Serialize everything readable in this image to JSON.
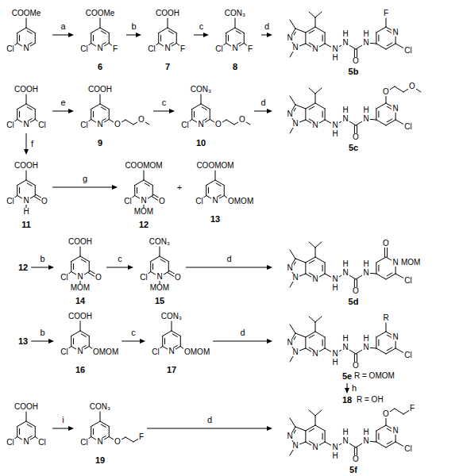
{
  "diagram": {
    "nodes": [
      {
        "text": [
          "COOMe",
          "Cl",
          "N"
        ]
      },
      {
        "text": [
          "COOMe",
          "Cl",
          "N",
          "F",
          "6"
        ]
      },
      {
        "text": [
          "COOH",
          "Cl",
          "N",
          "F",
          "7"
        ]
      },
      {
        "text": [
          "CON₃",
          "Cl",
          "N",
          "F",
          "8"
        ]
      },
      {
        "text": [
          "N",
          "N",
          "N",
          "N",
          "H",
          "N",
          "H",
          "O",
          "N",
          "H",
          "N",
          "F",
          "Cl",
          "5b"
        ]
      },
      {
        "text": [
          "COOH",
          "Cl",
          "N",
          "Cl"
        ]
      },
      {
        "text": [
          "COOH",
          "Cl",
          "N",
          "O",
          "O",
          "9"
        ]
      },
      {
        "text": [
          "CON₃",
          "Cl",
          "N",
          "O",
          "O",
          "10"
        ]
      },
      {
        "text": [
          "N",
          "N",
          "N",
          "N",
          "H",
          "N",
          "H",
          "O",
          "N",
          "H",
          "N",
          "O",
          "O",
          "Cl",
          "5c"
        ]
      },
      {
        "text": [
          "COOH",
          "Cl",
          "N",
          "O",
          "H",
          "11"
        ]
      },
      {
        "text": [
          "COOMOM",
          "Cl",
          "N",
          "O",
          "MOM",
          "12"
        ]
      },
      {
        "text": [
          "COOMOM",
          "Cl",
          "N",
          "OMOM",
          "13"
        ]
      },
      {
        "text": [
          "12"
        ]
      },
      {
        "text": [
          "COOH",
          "Cl",
          "N",
          "O",
          "MOM",
          "14"
        ]
      },
      {
        "text": [
          "CON₃",
          "Cl",
          "N",
          "O",
          "MOM",
          "15"
        ]
      },
      {
        "text": [
          "N",
          "N",
          "N",
          "N",
          "H",
          "N",
          "H",
          "O",
          "N",
          "H",
          "N",
          "MOM",
          "O",
          "Cl",
          "5d"
        ]
      },
      {
        "text": [
          "13"
        ]
      },
      {
        "text": [
          "COOH",
          "Cl",
          "N",
          "OMOM",
          "16"
        ]
      },
      {
        "text": [
          "CON₃",
          "Cl",
          "N",
          "OMOM",
          "17"
        ]
      },
      {
        "text": [
          "N",
          "N",
          "N",
          "N",
          "H",
          "N",
          "H",
          "O",
          "N",
          "H",
          "N",
          "R",
          "Cl",
          "5e",
          "R = OMOM"
        ]
      },
      {
        "text": [
          "18",
          "R = OH"
        ]
      },
      {
        "text": [
          "COOH",
          "Cl",
          "N",
          "Cl"
        ]
      },
      {
        "text": [
          "CON₃",
          "Cl",
          "N",
          "O",
          "F",
          "19"
        ]
      },
      {
        "text": [
          "N",
          "N",
          "N",
          "N",
          "H",
          "N",
          "H",
          "O",
          "N",
          "H",
          "N",
          "O",
          "F",
          "Cl",
          "5f"
        ]
      }
    ],
    "edges": [
      {
        "from": 0,
        "to": 1,
        "label": "a",
        "arrow": "to"
      },
      {
        "from": 1,
        "to": 2,
        "label": "b",
        "arrow": "to"
      },
      {
        "from": 2,
        "to": 3,
        "label": "c",
        "arrow": "to"
      },
      {
        "from": 3,
        "to": 4,
        "label": "d",
        "arrow": "to"
      },
      {
        "from": 5,
        "to": 6,
        "label": "e",
        "arrow": "to"
      },
      {
        "from": 6,
        "to": 7,
        "label": "c",
        "arrow": "to"
      },
      {
        "from": 7,
        "to": 8,
        "label": "d",
        "arrow": "to"
      },
      {
        "from": 5,
        "to": 9,
        "label": "f",
        "arrow": "to"
      },
      {
        "from": 9,
        "to": 10,
        "label": "g",
        "arrow": "to"
      },
      {
        "from": 12,
        "to": 13,
        "label": "b",
        "arrow": "to"
      },
      {
        "from": 13,
        "to": 14,
        "label": "c",
        "arrow": "to"
      },
      {
        "from": 14,
        "to": 15,
        "label": "d",
        "arrow": "to"
      },
      {
        "from": 16,
        "to": 17,
        "label": "b",
        "arrow": "to"
      },
      {
        "from": 17,
        "to": 18,
        "label": "c",
        "arrow": "to"
      },
      {
        "from": 18,
        "to": 19,
        "label": "d",
        "arrow": "to"
      },
      {
        "from": 19,
        "to": 20,
        "label": "h",
        "arrow": "to"
      },
      {
        "from": 21,
        "to": 22,
        "label": "i",
        "arrow": "to"
      },
      {
        "from": 22,
        "to": 23,
        "label": "d",
        "arrow": "to"
      }
    ],
    "labels": [
      "+"
    ]
  }
}
